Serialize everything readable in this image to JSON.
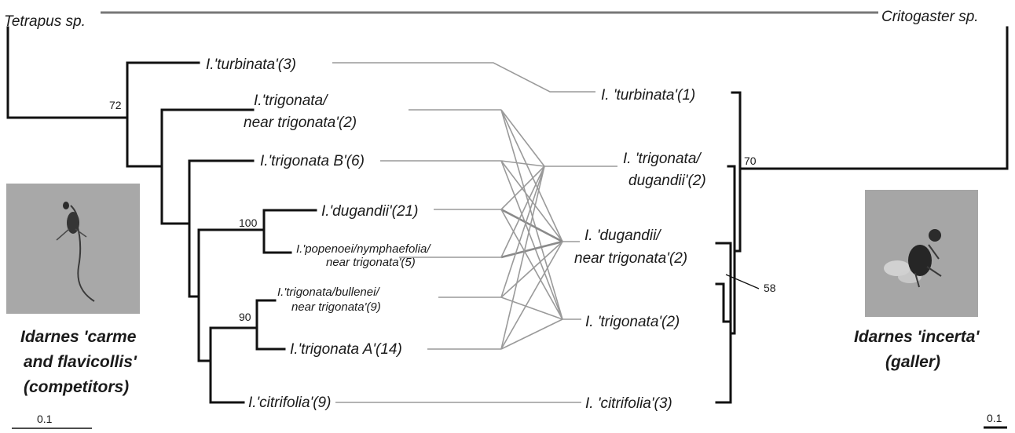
{
  "outgroups": {
    "left": "Tetrapus sp.",
    "right": "Critogaster sp."
  },
  "left_tree": {
    "taxa": [
      "I.'turbinata'(3)",
      "I.'trigonata/",
      "near trigonata'(2)",
      "I.'trigonata B'(6)",
      "I.'dugandii'(21)",
      "I.'popenoei/nymphaefolia/",
      "near trigonata'(5)",
      "I.'trigonata/bullenei/",
      "near trigonata'(9)",
      "I.'trigonata A'(14)",
      "I.'citrifolia'(9)"
    ],
    "bootstrap": [
      "72",
      "100",
      "90"
    ],
    "caption": [
      "Idarnes 'carme",
      "and flavicollis'",
      "(competitors)"
    ],
    "scale_label": "0.1"
  },
  "right_tree": {
    "taxa": [
      "I. 'turbinata'(1)",
      "I. 'trigonata/",
      "dugandii'(2)",
      "I. 'dugandii/",
      "near trigonata'(2)",
      "I. 'trigonata'(2)",
      "I. 'citrifolia'(3)"
    ],
    "bootstrap": [
      "70",
      "58"
    ],
    "caption": [
      "Idarnes 'incerta'",
      "(galler)"
    ],
    "scale_label": "0.1"
  },
  "photos": {
    "left": "wasp-specimen-photo",
    "right": "wasp-specimen-photo"
  },
  "colors": {
    "tree": "#111111",
    "outgroup_line": "#777777",
    "association": "#9a9a9a",
    "photo_bg": "#a3a3a3"
  }
}
